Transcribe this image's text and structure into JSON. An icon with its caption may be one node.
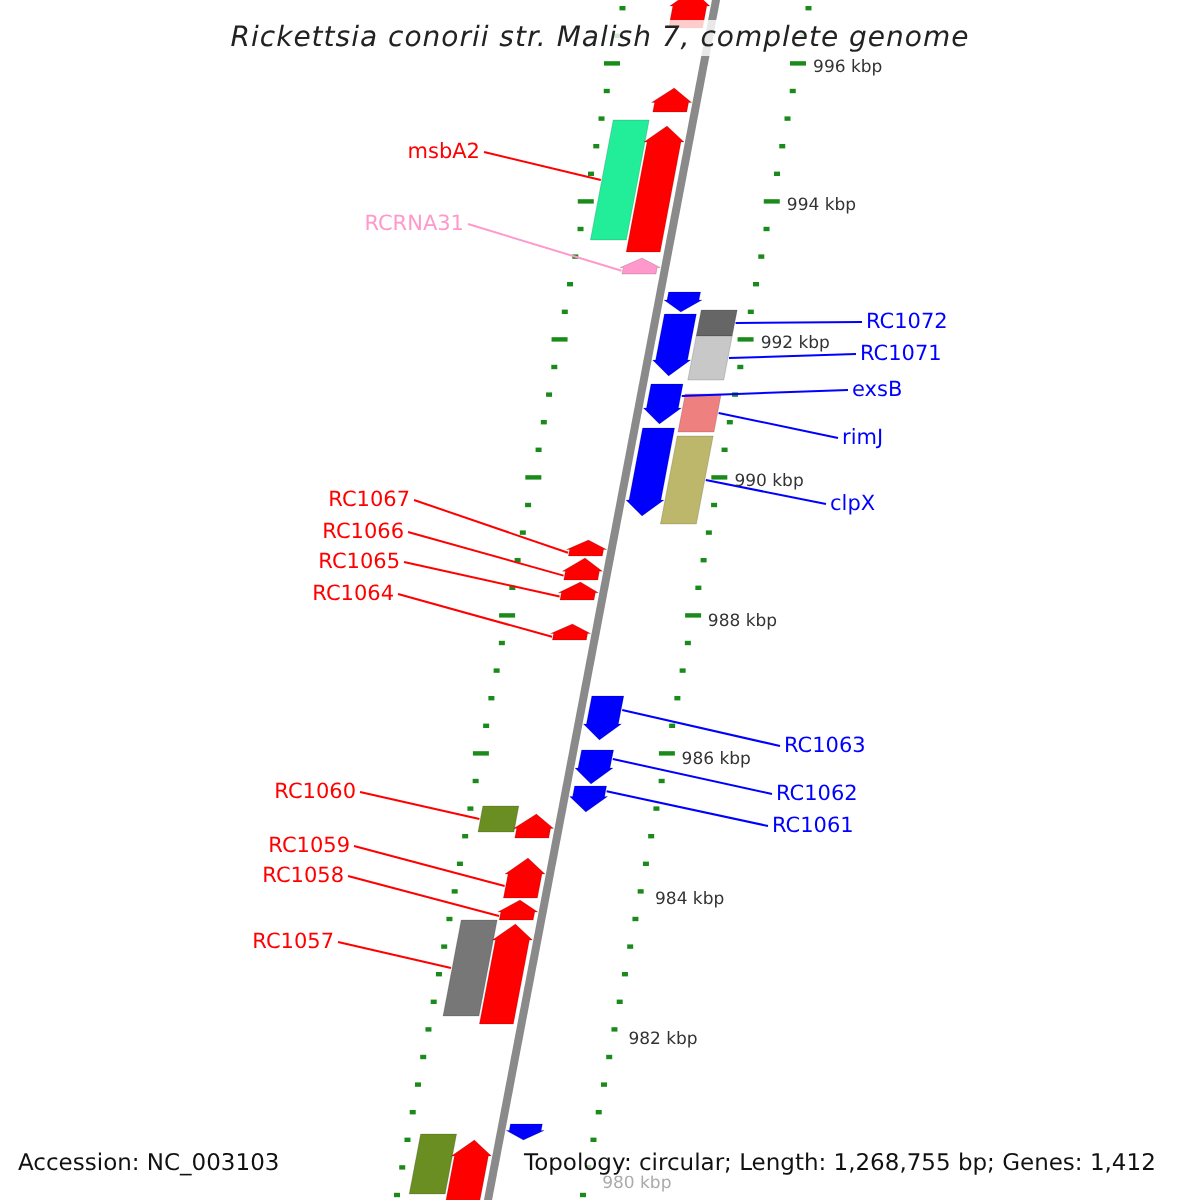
{
  "diagram": {
    "title": "Rickettsia conorii str. Malish 7, complete genome",
    "nodes": [
      {
        "text": [
          "msbA2"
        ]
      },
      {
        "text": [
          "RCRNA31"
        ]
      },
      {
        "text": [
          "RC1072"
        ]
      },
      {
        "text": [
          "RC1071"
        ]
      },
      {
        "text": [
          "exsB"
        ]
      },
      {
        "text": [
          "rimJ"
        ]
      },
      {
        "text": [
          "clpX"
        ]
      },
      {
        "text": [
          "RC1067"
        ]
      },
      {
        "text": [
          "RC1066"
        ]
      },
      {
        "text": [
          "RC1065"
        ]
      },
      {
        "text": [
          "RC1064"
        ]
      },
      {
        "text": [
          "RC1063"
        ]
      },
      {
        "text": [
          "RC1062"
        ]
      },
      {
        "text": [
          "RC1061"
        ]
      },
      {
        "text": [
          "RC1060"
        ]
      },
      {
        "text": [
          "RC1059"
        ]
      },
      {
        "text": [
          "RC1058"
        ]
      },
      {
        "text": [
          "RC1057"
        ]
      },
      {
        "text": [],
        "shape": "bar"
      },
      {
        "text": [],
        "shape": "pentagon"
      },
      {
        "text": [],
        "shape": "bar"
      },
      {
        "text": [],
        "shape": "bar"
      },
      {
        "text": [],
        "shape": "pentagon"
      },
      {
        "text": [],
        "shape": "bar"
      },
      {
        "text": [],
        "shape": "bar"
      },
      {
        "text": [],
        "shape": "pentagon"
      },
      {
        "text": [],
        "shape": "pentagon"
      },
      {
        "text": [],
        "shape": "pentagon"
      },
      {
        "text": [],
        "shape": "pentagon"
      },
      {
        "text": [],
        "shape": "pentagon"
      },
      {
        "text": [],
        "shape": "pentagon"
      },
      {
        "text": [],
        "shape": "pentagon"
      },
      {
        "text": [],
        "shape": "bar"
      },
      {
        "text": [],
        "shape": "pentagon"
      },
      {
        "text": [],
        "shape": "pentagon"
      },
      {
        "text": [],
        "shape": "bar"
      },
      {
        "text": [],
        "shape": "pentagon"
      },
      {
        "text": [],
        "shape": "pentagon"
      },
      {
        "text": [],
        "shape": "pentagon"
      },
      {
        "text": [],
        "shape": "pentagon"
      },
      {
        "text": [],
        "shape": "pentagon"
      },
      {
        "text": [],
        "shape": "pentagon"
      },
      {
        "text": [],
        "shape": "pentagon"
      },
      {
        "text": [],
        "shape": "pentagon"
      },
      {
        "text": [],
        "shape": "pentagon"
      },
      {
        "text": [],
        "shape": "bar"
      },
      {
        "text": [],
        "shape": "pentagon"
      }
    ],
    "edges": [
      {
        "from": 0,
        "to": 18,
        "arrow": "none"
      },
      {
        "from": 1,
        "to": 19,
        "arrow": "none",
        "color": "#ff99cc"
      },
      {
        "from": 2,
        "to": 20,
        "arrow": "none",
        "color": "#0000ff"
      },
      {
        "from": 3,
        "to": 21,
        "arrow": "none",
        "color": "#0000ff"
      },
      {
        "from": 4,
        "to": 22,
        "arrow": "none",
        "color": "#0000ff"
      },
      {
        "from": 5,
        "to": 23,
        "arrow": "none",
        "color": "#0000ff"
      },
      {
        "from": 6,
        "to": 24,
        "arrow": "none",
        "color": "#0000ff"
      },
      {
        "from": 7,
        "to": 25,
        "arrow": "none"
      },
      {
        "from": 8,
        "to": 26,
        "arrow": "none"
      },
      {
        "from": 9,
        "to": 27,
        "arrow": "none"
      },
      {
        "from": 10,
        "to": 28,
        "arrow": "none"
      },
      {
        "from": 11,
        "to": 29,
        "arrow": "none",
        "color": "#0000ff"
      },
      {
        "from": 12,
        "to": 30,
        "arrow": "none",
        "color": "#0000ff"
      },
      {
        "from": 13,
        "to": 31,
        "arrow": "none",
        "color": "#0000ff"
      },
      {
        "from": 14,
        "to": 32,
        "arrow": "none"
      },
      {
        "from": 15,
        "to": 33,
        "arrow": "none"
      },
      {
        "from": 16,
        "to": 34,
        "arrow": "none"
      },
      {
        "from": 17,
        "to": 35,
        "arrow": "none"
      }
    ],
    "labels": [
      "996 kbp",
      "994 kbp",
      "992 kbp",
      "990 kbp",
      "988 kbp",
      "986 kbp",
      "984 kbp",
      "982 kbp",
      "980 kbp",
      "Accession: NC_003103",
      "Topology: circular; Length: 1,268,755 bp; Genes: 1,412"
    ]
  }
}
